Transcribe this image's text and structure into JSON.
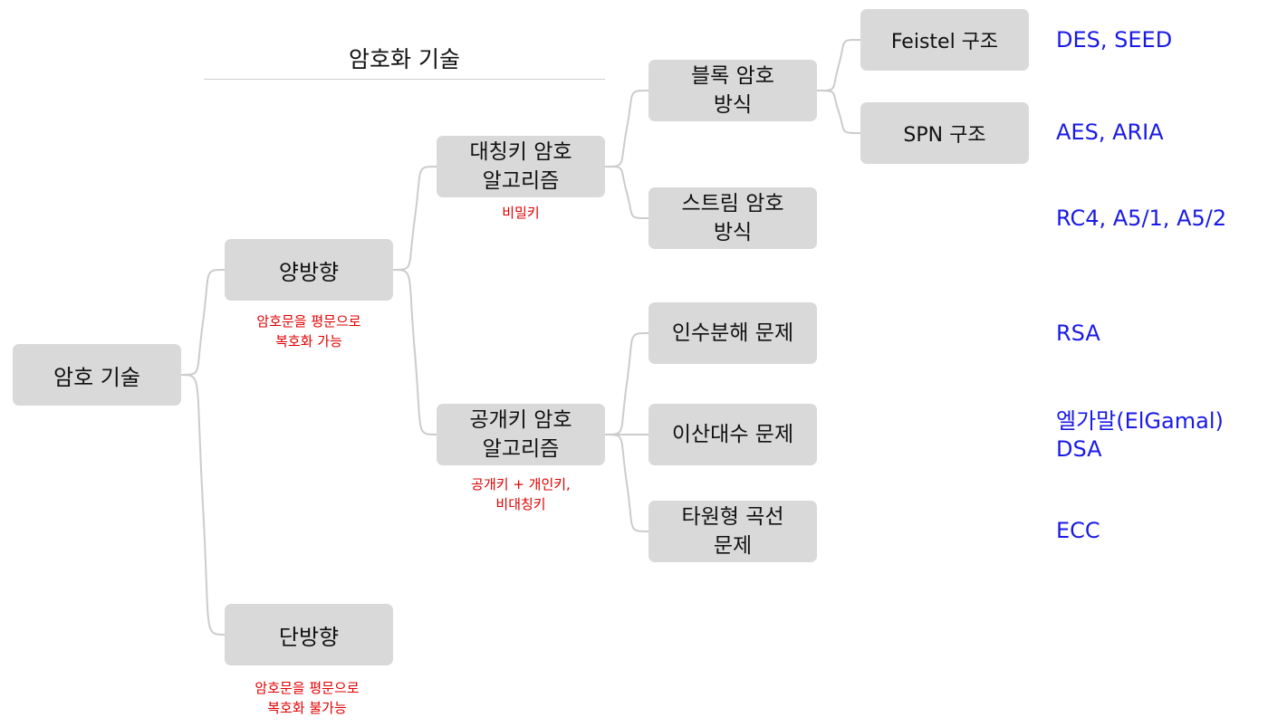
{
  "title": "암호화 기술",
  "nodes": {
    "root": "암호 기술",
    "bidirectional": "양방향",
    "unidirectional": "단방향",
    "symmetric": "대칭키 암호\n알고리즘",
    "public_key": "공개키 암호\n알고리즘",
    "block_cipher": "블록 암호\n방식",
    "stream_cipher": "스트림 암호\n방식",
    "factorization": "인수분해 문제",
    "discrete_log": "이산대수 문제",
    "elliptic_curve": "타원형 곡선\n문제",
    "feistel": "Feistel 구조",
    "spn": "SPN 구조"
  },
  "notes": {
    "bidirectional": "암호문을 평문으로\n복호화 가능",
    "unidirectional": "암호문을 평문으로\n복호화 불가능",
    "symmetric": "비밀키",
    "public_key": "공개키 + 개인키,\n비대칭키"
  },
  "examples": {
    "feistel": "DES, SEED",
    "spn": "AES, ARIA",
    "stream": "RC4, A5/1, A5/2",
    "rsa": "RSA",
    "discrete_log": "엘가말(ElGamal)\nDSA",
    "ecc": "ECC"
  }
}
